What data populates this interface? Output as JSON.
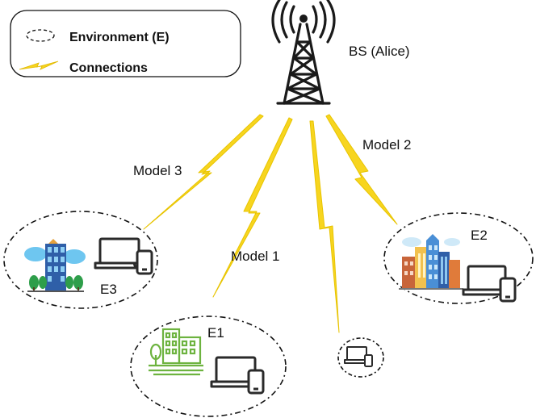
{
  "legend": {
    "environment_label": "Environment (E)",
    "connections_label": "Connections"
  },
  "base_station": {
    "label": "BS (Alice)",
    "icon": "cell-tower-icon"
  },
  "links": {
    "model1_label": "Model 1",
    "model2_label": "Model 2",
    "model3_label": "Model 3"
  },
  "environments": {
    "e1_label": "E1",
    "e2_label": "E2",
    "e3_label": "E3"
  },
  "colors": {
    "connection": "#f7d51f",
    "connection_stroke": "#e0b800",
    "ink": "#222222",
    "e1_building": "#6db33f",
    "e2_building": "#4a8fd6",
    "e3_building": "#2f5fa8",
    "tree": "#2e9e4a",
    "cloud": "#6ec6f0"
  }
}
